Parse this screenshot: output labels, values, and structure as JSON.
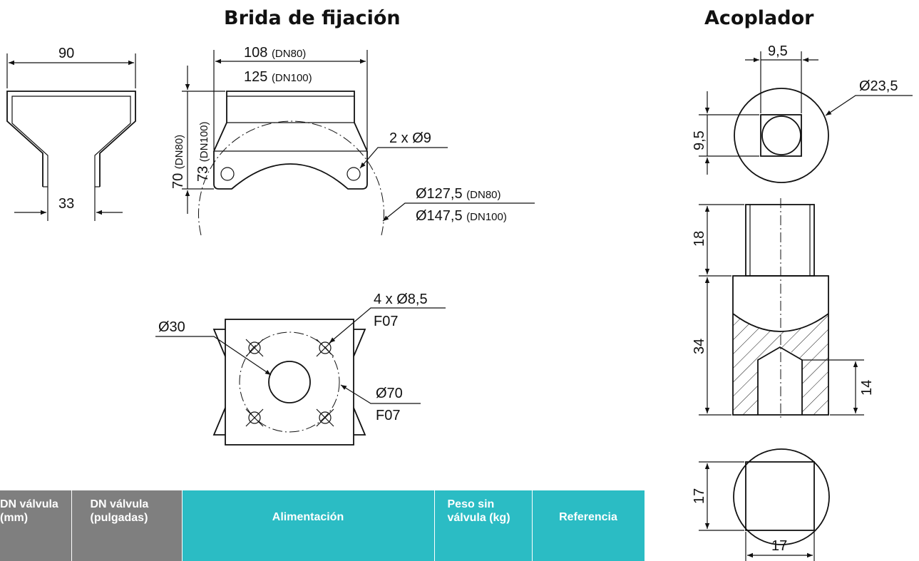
{
  "titles": {
    "flange": "Brida de fijación",
    "coupler": "Acoplador"
  },
  "dimensions": {
    "bracket_width": "90",
    "bracket_base": "33",
    "flange_width_dn80": "108",
    "flange_width_dn80_suffix": "(DN80)",
    "flange_width_dn100": "125",
    "flange_width_dn100_suffix": "(DN100)",
    "flange_height_dn80": "70",
    "flange_height_dn80_suffix": "(DN80)",
    "flange_height_dn100": "73",
    "flange_height_dn100_suffix": "(DN100)",
    "flange_holes": "2 x Ø9",
    "flange_arc_dn80": "Ø127,5",
    "flange_arc_dn80_suffix": "(DN80)",
    "flange_arc_dn100": "Ø147,5",
    "flange_arc_dn100_suffix": "(DN100)",
    "plate_holes": "4 x Ø8,5",
    "plate_holes_std": "F07",
    "plate_center_bore": "Ø30",
    "plate_pcd": "Ø70",
    "plate_pcd_std": "F07",
    "coupler_square_w": "9,5",
    "coupler_square_h": "9,5",
    "coupler_outer": "Ø23,5",
    "coupler_top_height": "18",
    "coupler_body_height": "34",
    "coupler_socket_depth": "14",
    "coupler_bottom_h": "17",
    "coupler_bottom_w": "17"
  },
  "table": {
    "headers": [
      "DN válvula (mm)",
      "DN válvula (pulgadas)",
      "Alimentación",
      "Peso sin válvula (kg)",
      "Referencia"
    ]
  },
  "colors": {
    "header_gray": "#7f7f7f",
    "header_teal": "#2bbcc4",
    "line": "#111111"
  }
}
